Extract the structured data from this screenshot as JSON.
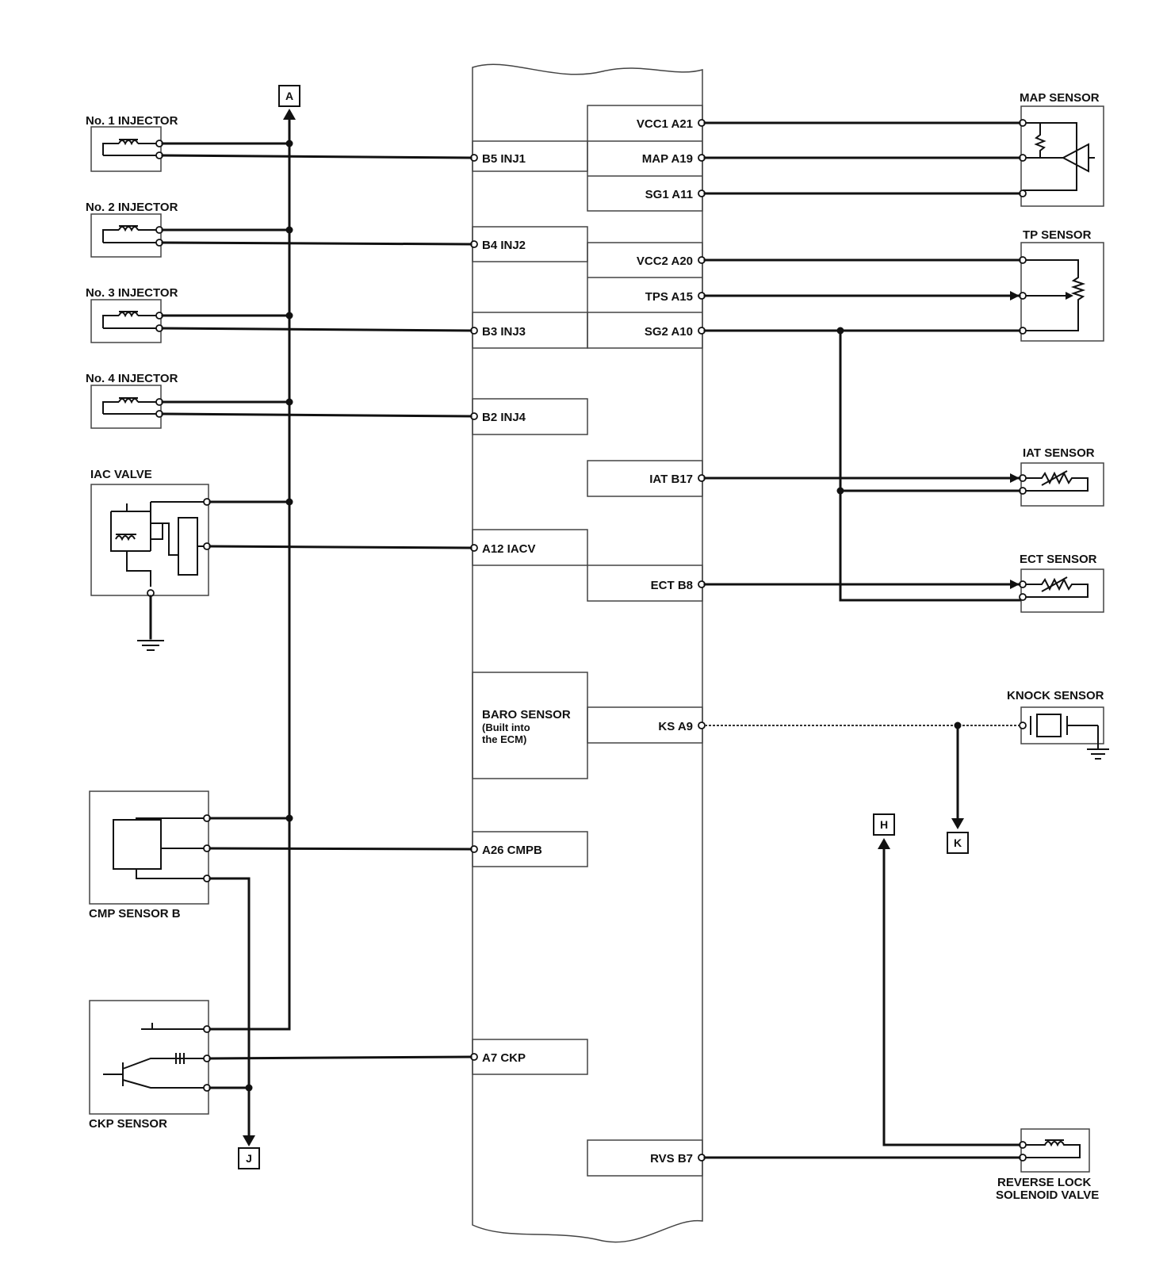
{
  "colors": {
    "wire": "#111111",
    "frame": "#444444",
    "background": "#ffffff"
  },
  "left_components": {
    "injector_1": "No. 1 INJECTOR",
    "injector_2": "No. 2 INJECTOR",
    "injector_3": "No. 3 INJECTOR",
    "injector_4": "No. 4 INJECTOR",
    "iac_valve": "IAC VALVE",
    "cmp_sensor": "CMP SENSOR B",
    "ckp_sensor": "CKP SENSOR"
  },
  "right_components": {
    "map_sensor": "MAP SENSOR",
    "tp_sensor": "TP SENSOR",
    "iat_sensor": "IAT SENSOR",
    "ect_sensor": "ECT SENSOR",
    "knock_sensor": "KNOCK SENSOR",
    "reverse_lock": [
      "REVERSE LOCK",
      "SOLENOID VALVE"
    ]
  },
  "ecm_pins_left": {
    "b5": "B5 INJ1",
    "b4": "B4 INJ2",
    "b3": "B3 INJ3",
    "b2": "B2 INJ4",
    "a12": "A12 IACV",
    "a26": "A26 CMPB",
    "a7": "A7 CKP"
  },
  "ecm_pins_right": {
    "a21": "VCC1 A21",
    "a19": "MAP A19",
    "a11": "SG1 A11",
    "a20": "VCC2 A20",
    "a15": "TPS A15",
    "a10": "SG2 A10",
    "b17": "IAT B17",
    "b8": "ECT B8",
    "a9": "KS A9",
    "b7": "RVS B7"
  },
  "baro": [
    "BARO SENSOR",
    "(Built into",
    "the ECM)"
  ],
  "connectors": {
    "a": "A",
    "j": "J",
    "h": "H",
    "k": "K"
  }
}
